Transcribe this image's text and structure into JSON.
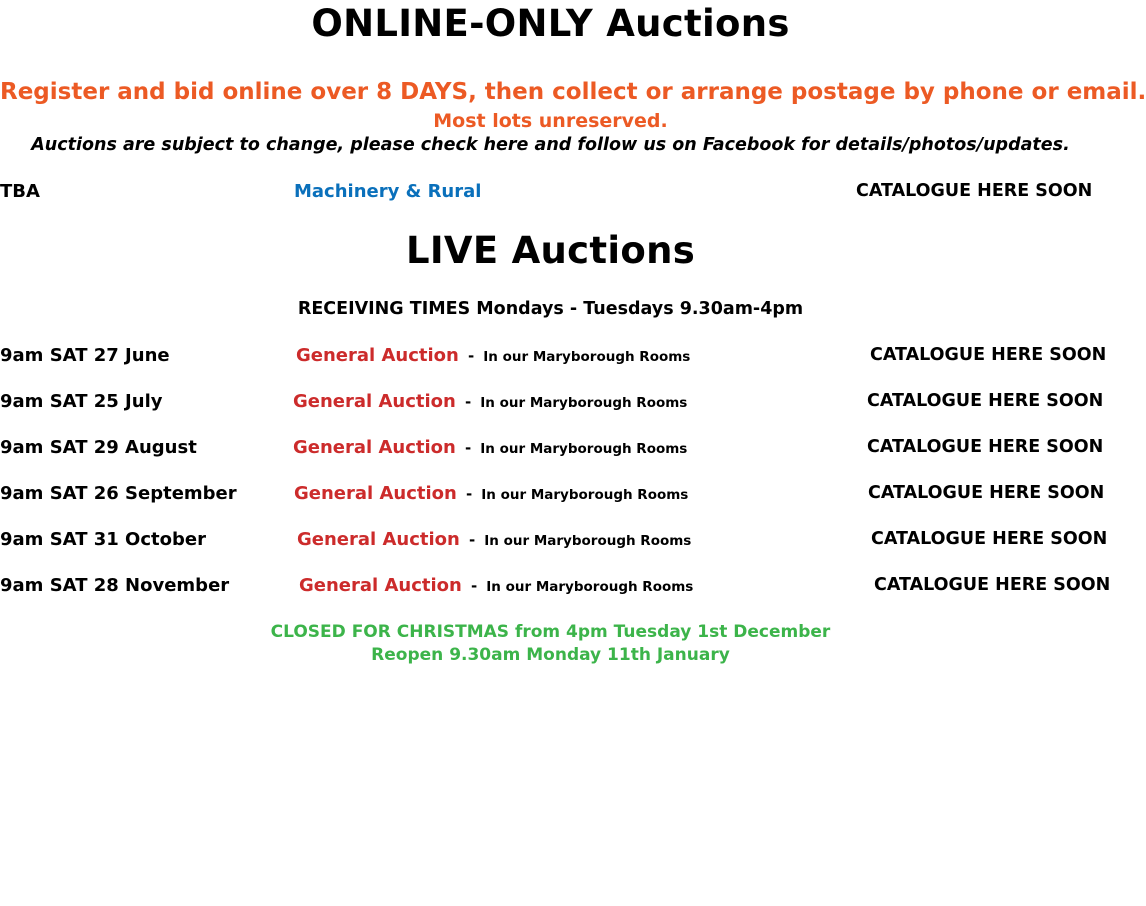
{
  "online": {
    "title": "ONLINE-ONLY Auctions",
    "register_line": "Register and bid online over 8 DAYS, then collect or arrange postage by phone or email.",
    "unreserved_line": "Most lots unreserved.",
    "note_line": "Auctions are subject to change, please check here and follow us on Facebook for details/photos/updates.",
    "rows": [
      {
        "date": "TBA",
        "name": "Machinery & Rural",
        "catalogue": "CATALOGUE HERE SOON"
      }
    ]
  },
  "live": {
    "title": "LIVE Auctions",
    "receiving": "RECEIVING TIMES Mondays - Tuesdays 9.30am-4pm",
    "separator": "-",
    "rows": [
      {
        "date": "9am SAT 27 June",
        "name": "General Auction",
        "location": "In our Maryborough Rooms",
        "catalogue": "CATALOGUE HERE SOON"
      },
      {
        "date": "9am SAT 25 July",
        "name": "General Auction",
        "location": "In our Maryborough Rooms",
        "catalogue": "CATALOGUE HERE SOON"
      },
      {
        "date": "9am SAT 29 August",
        "name": "General Auction",
        "location": "In our Maryborough Rooms",
        "catalogue": "CATALOGUE HERE SOON"
      },
      {
        "date": "9am SAT 26 September",
        "name": "General Auction",
        "location": "In our Maryborough Rooms",
        "catalogue": "CATALOGUE HERE SOON"
      },
      {
        "date": "9am SAT 31 October",
        "name": "General Auction",
        "location": "In our Maryborough Rooms",
        "catalogue": "CATALOGUE HERE SOON"
      },
      {
        "date": "9am SAT 28 November",
        "name": "General Auction",
        "location": "In our Maryborough Rooms",
        "catalogue": "CATALOGUE HERE SOON"
      }
    ]
  },
  "closure": {
    "line1": "CLOSED FOR CHRISTMAS from 4pm Tuesday 1st December",
    "line2": "Reopen 9.30am Monday 11th January"
  },
  "colors": {
    "orange": "#ec5a24",
    "blue": "#0a70bb",
    "red": "#cc2b2b",
    "green": "#3cb44a"
  }
}
